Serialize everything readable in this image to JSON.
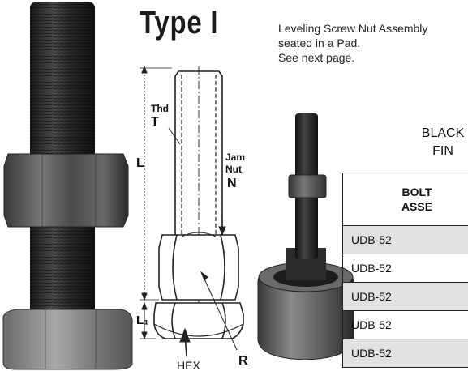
{
  "title": "Type I",
  "description": {
    "line1": "Leveling Screw Nut Assembly",
    "line2": "seated in a Pad.",
    "line3": "See next page."
  },
  "finish": {
    "line1": "BLACK",
    "line2": "FIN"
  },
  "table": {
    "header_line1": "BOLT",
    "header_line2": "ASSE",
    "rows": [
      "UDB-52",
      "UDB-52",
      "UDB-52",
      "UDB-52",
      "UDB-52"
    ]
  },
  "diagram": {
    "thread_label": "Thd",
    "thread_symbol": "T",
    "jam_label_1": "Jam",
    "jam_label_2": "Nut",
    "jam_symbol": "N",
    "length_symbol": "L",
    "head_height_symbol": "L₁",
    "radius_symbol": "R",
    "hex_label": "HEX"
  },
  "colors": {
    "metal_dark": "#2a2a2a",
    "metal_mid": "#5a5a5a",
    "metal_light": "#9a9a9a",
    "row_shade": "#e2e2e2"
  }
}
